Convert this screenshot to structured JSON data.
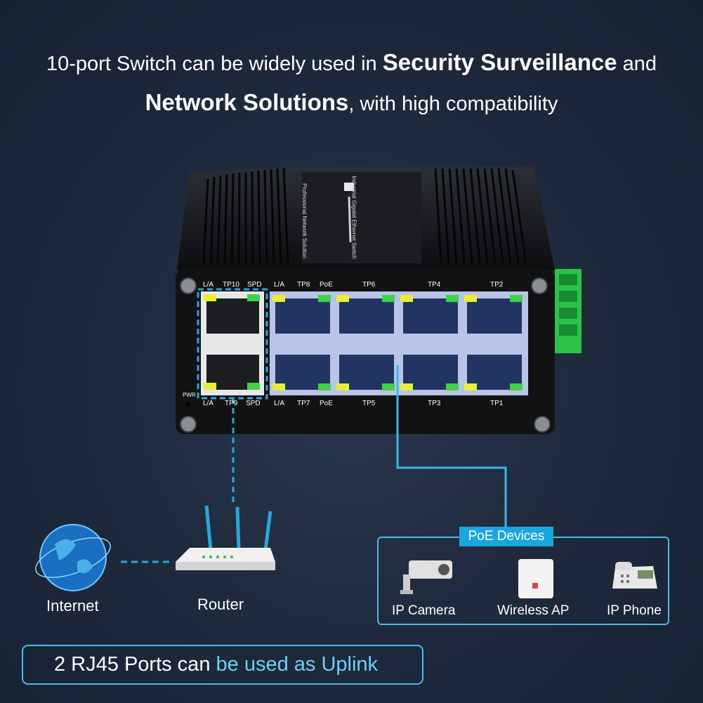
{
  "headline": {
    "line1_pre": "10-port Switch can be widely used in ",
    "line1_bold": "Security Surveillance",
    "line1_post": " and",
    "line2_bold": "Network Solutions",
    "line2_post": ", with high compatibility"
  },
  "switch": {
    "top_label_1": "Industrial Gigabit Ethernet Switch",
    "top_label_2": "Professional Network Solution",
    "left_top_labels": [
      "L/A",
      "TP10",
      "SPD"
    ],
    "left_bottom_labels": [
      "L/A",
      "TP9",
      "SPD"
    ],
    "mid_top_labels": [
      "L/A",
      "TP8",
      "PoE"
    ],
    "mid_bottom_labels": [
      "L/A",
      "TP7",
      "PoE"
    ],
    "top_ports": [
      "TP6",
      "TP4",
      "TP2"
    ],
    "bottom_ports": [
      "TP5",
      "TP3",
      "TP1"
    ],
    "pwr_label": "PWR"
  },
  "network": {
    "internet_label": "Internet",
    "router_label": "Router"
  },
  "poe": {
    "title": "PoE Devices",
    "devices": [
      "IP Camera",
      "Wireless AP",
      "IP Phone"
    ]
  },
  "uplink": {
    "text_a": "2 RJ45 Ports can ",
    "text_b": "be used as Uplink"
  },
  "colors": {
    "accent": "#4bbbe7",
    "poe_title_bg": "#1aa6df",
    "led_yellow": "#e6ef3a",
    "led_green": "#3fd14a",
    "terminal_green": "#2cc24a"
  }
}
